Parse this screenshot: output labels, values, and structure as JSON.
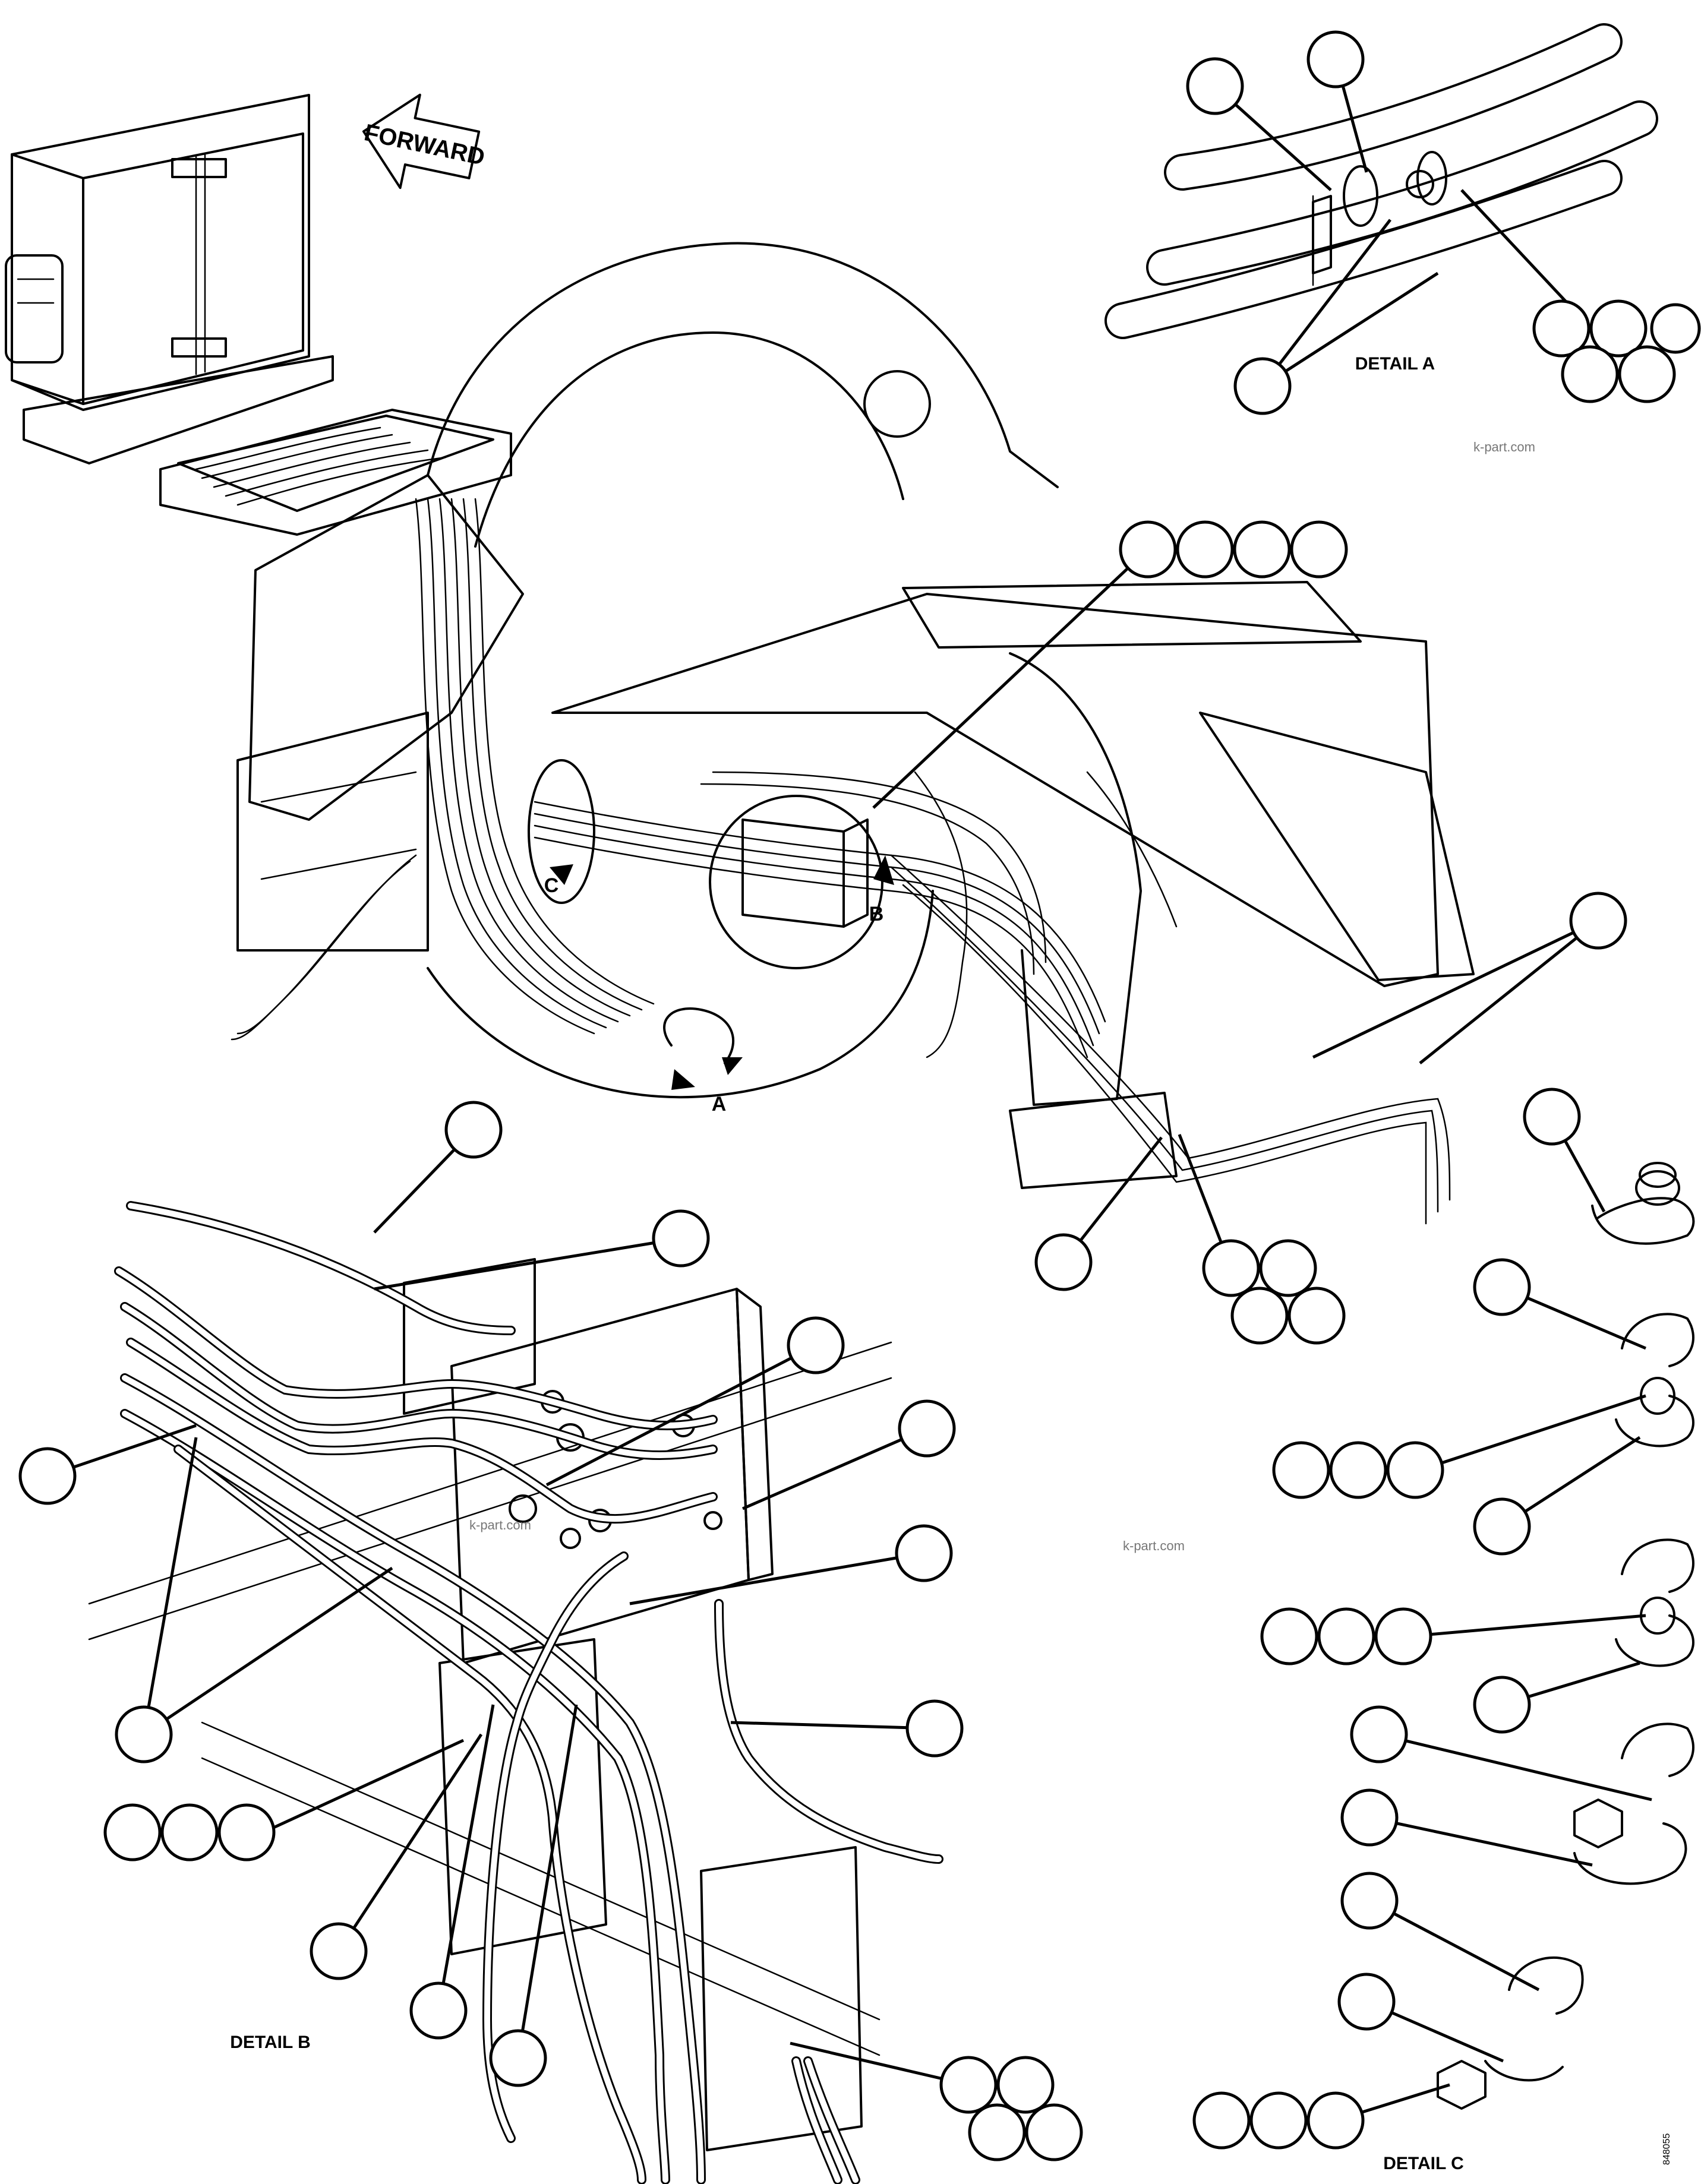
{
  "forward_arrow": {
    "label": "FORWARD"
  },
  "detail_labels": {
    "detail_a": "DETAIL A",
    "detail_b": "DETAIL B",
    "detail_c": "DETAIL C"
  },
  "view_markers": {
    "a": "A",
    "b": "B",
    "c": "C"
  },
  "watermarks": [
    "k-part.com",
    "k-part.com",
    "k-part.com"
  ],
  "figure_id": "848055",
  "colors": {
    "line": "#000000",
    "background": "#ffffff",
    "watermark": "#777777"
  }
}
